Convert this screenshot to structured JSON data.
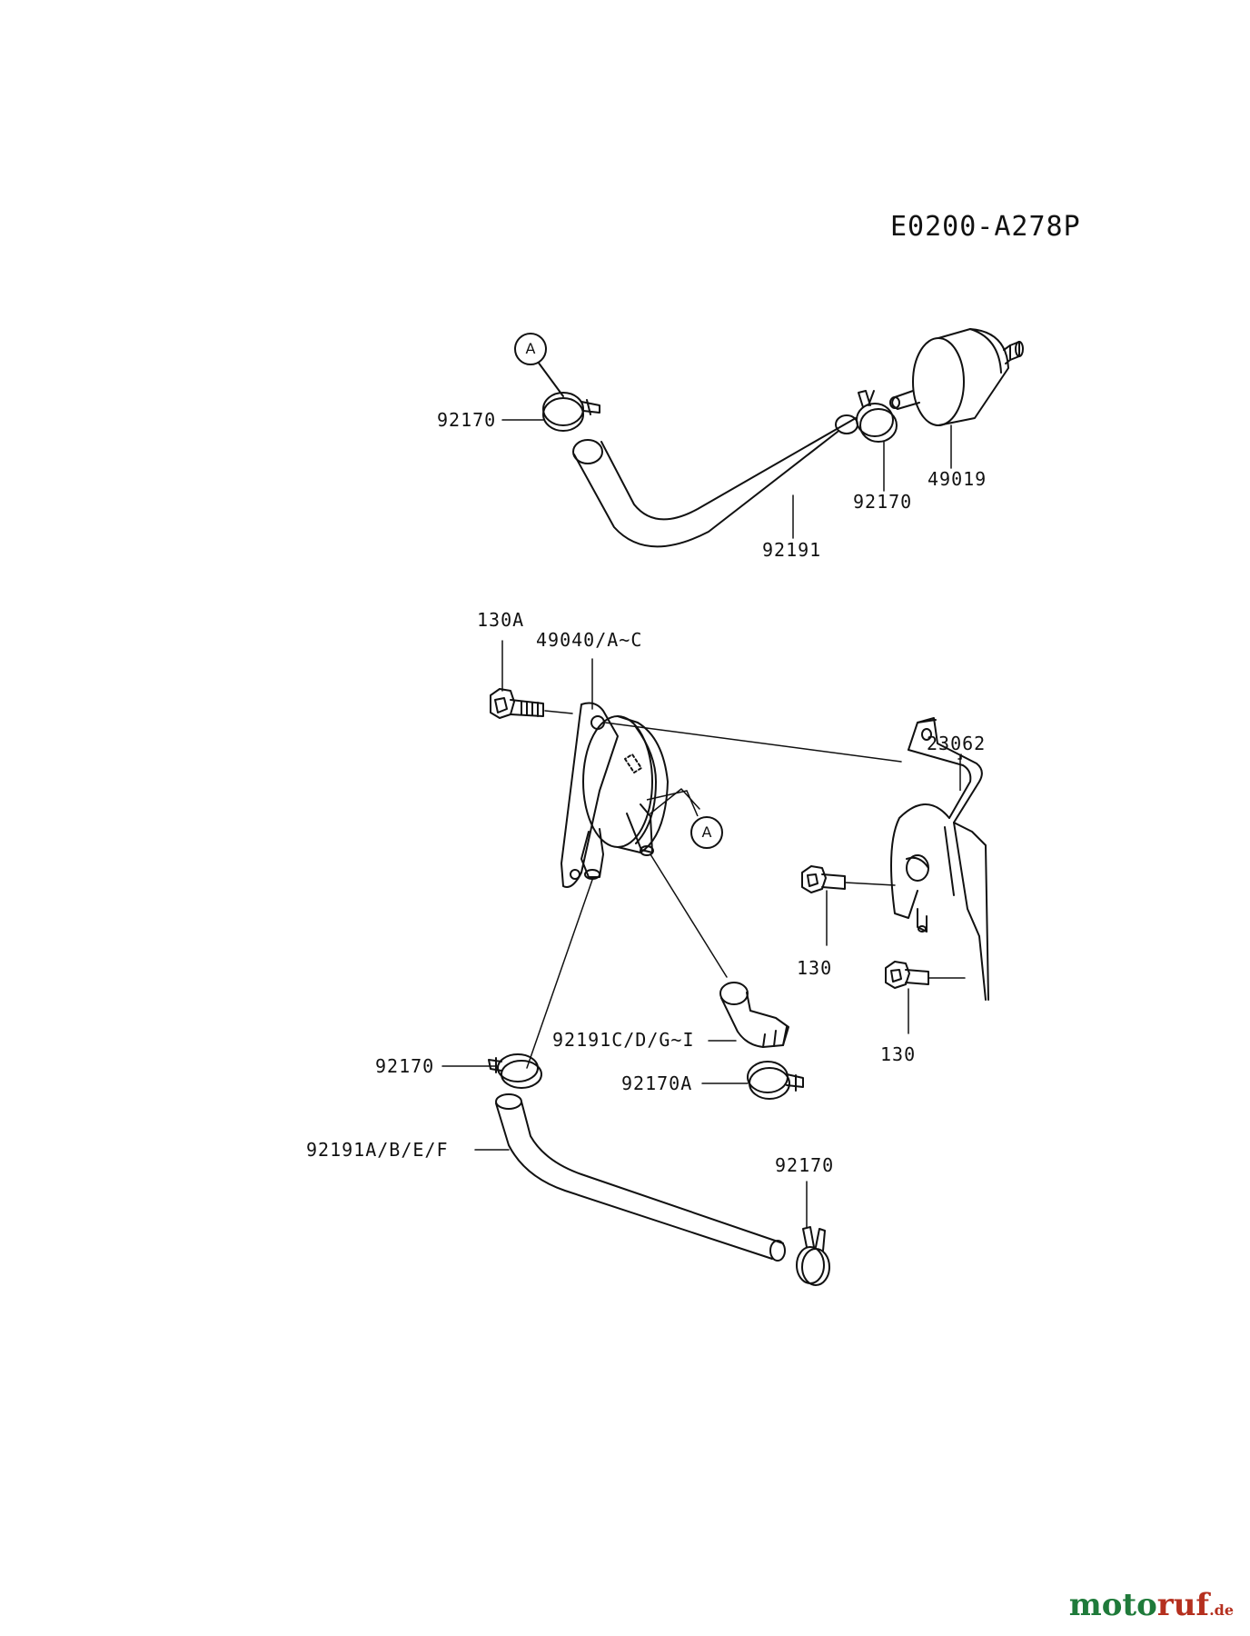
{
  "diagram_code": "E0200-A278P",
  "callout_letter": "A",
  "labels": {
    "clamp_upper_left": "92170",
    "clamp_upper_mid": "92170",
    "filter": "49019",
    "hose_upper": "92191",
    "bolt_130a": "130A",
    "pump": "49040/A~C",
    "bracket": "23062",
    "bolt_130_upper": "130",
    "bolt_130_lower": "130",
    "hose_elbow": "92191C/D/G~I",
    "clamp_lower_left": "92170",
    "clamp_a": "92170A",
    "hose_lower": "92191A/B/E/F",
    "clamp_lower_right": "92170"
  },
  "brand": {
    "name_part1": "moto",
    "name_part2": "ruf",
    "suffix": ".de",
    "color1": "#1f7a3a",
    "color2": "#b5301f"
  }
}
